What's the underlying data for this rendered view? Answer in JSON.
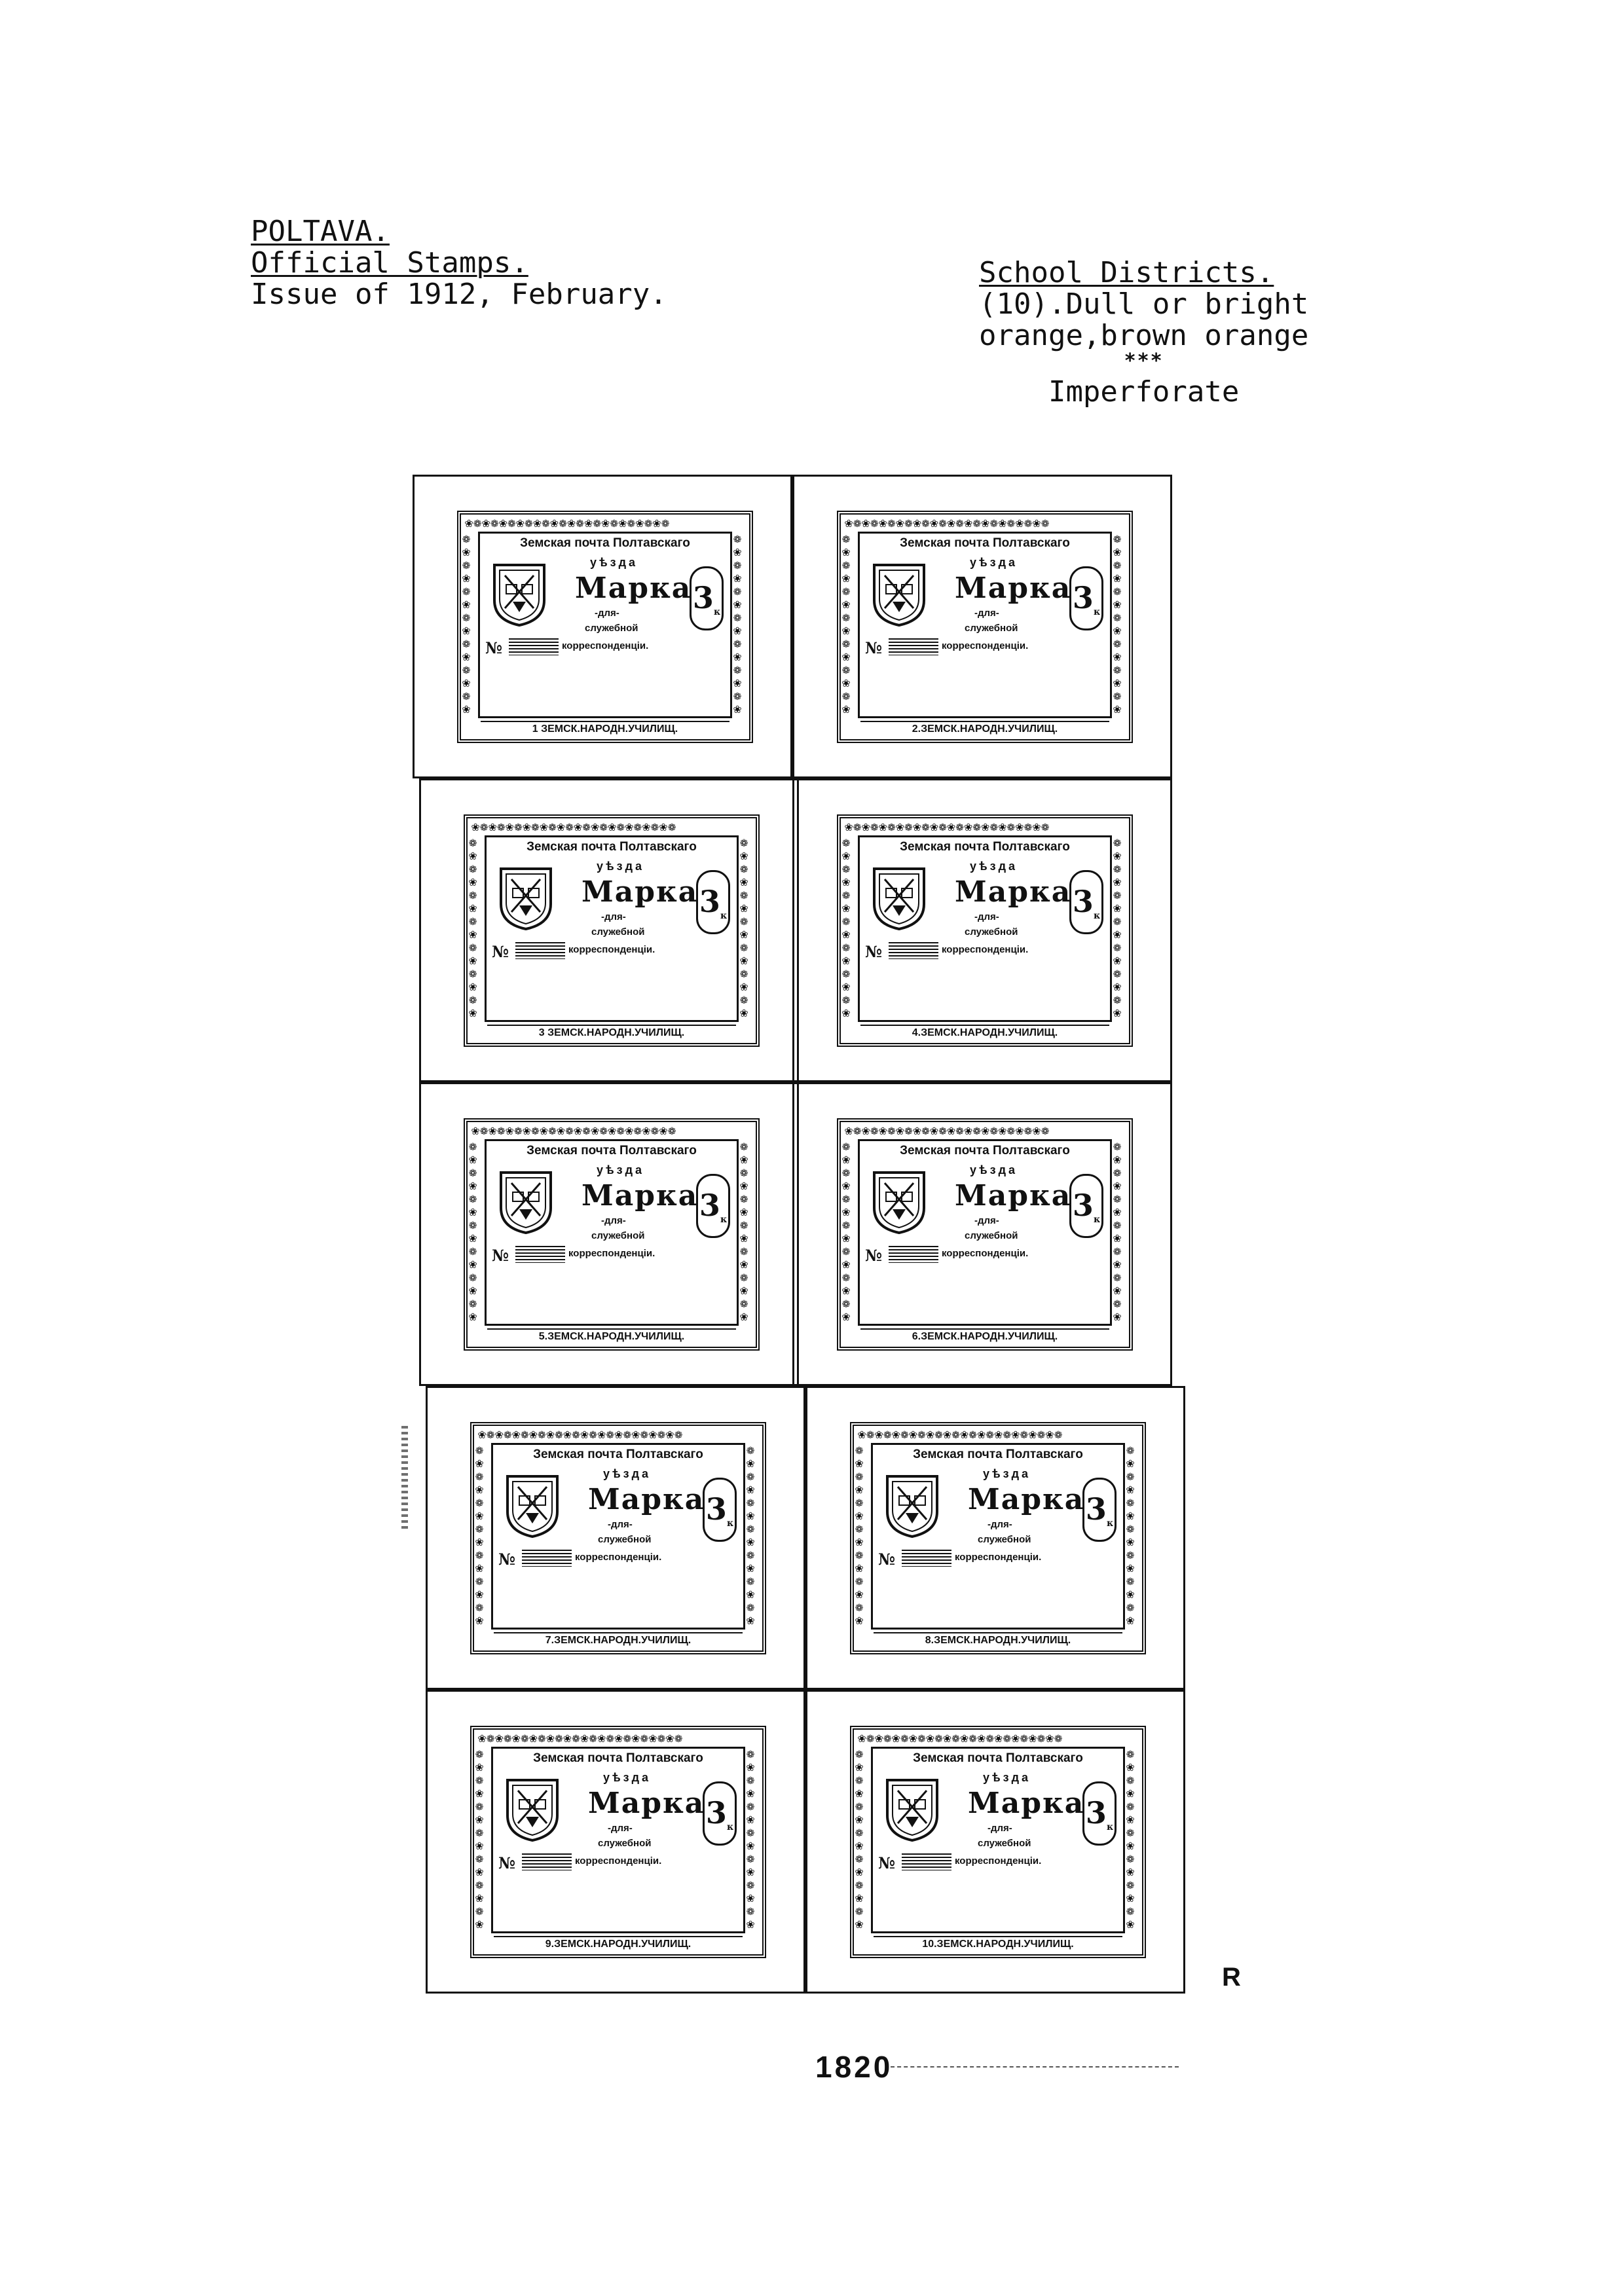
{
  "header": {
    "region": "POLTAVA.",
    "category": "Official Stamps.",
    "issue": "Issue of 1912, February."
  },
  "description": {
    "title": "School Districts.",
    "colour_line1": "(10).Dull or bright",
    "colour_line2": "orange,brown orange",
    "separator": "***",
    "perforation": "Imperforate"
  },
  "stamp_common": {
    "line1": "Земская почта Полтавскаго",
    "line2": "уѣзда",
    "word_marka": "Марка",
    "line_dlya": "-для-",
    "line_sluzh": "служебной",
    "line_korr": "корреспонденціи.",
    "number_sign": "№",
    "value": "3",
    "value_unit": "к"
  },
  "stamps": [
    {
      "caption": "1 ЗЕМСК.НАРОДН.УЧИЛИЩ."
    },
    {
      "caption": "2.ЗЕМСК.НАРОДН.УЧИЛИЩ."
    },
    {
      "caption": "3 ЗЕМСК.НАРОДН.УЧИЛИЩ."
    },
    {
      "caption": "4.ЗЕМСК.НАРОДН.УЧИЛИЩ."
    },
    {
      "caption": "5.ЗЕМСК.НАРОДН.УЧИЛИЩ."
    },
    {
      "caption": "6.ЗЕМСК.НАРОДН.УЧИЛИЩ."
    },
    {
      "caption": "7.ЗЕМСК.НАРОДН.УЧИЛИЩ."
    },
    {
      "caption": "8.ЗЕМСК.НАРОДН.УЧИЛИЩ."
    },
    {
      "caption": "9.ЗЕМСК.НАРОДН.УЧИЛИЩ."
    },
    {
      "caption": "10.ЗЕМСК.НАРОДН.УЧИЛИЩ."
    }
  ],
  "footer": {
    "right_mark": "R",
    "page_number": "1820"
  }
}
